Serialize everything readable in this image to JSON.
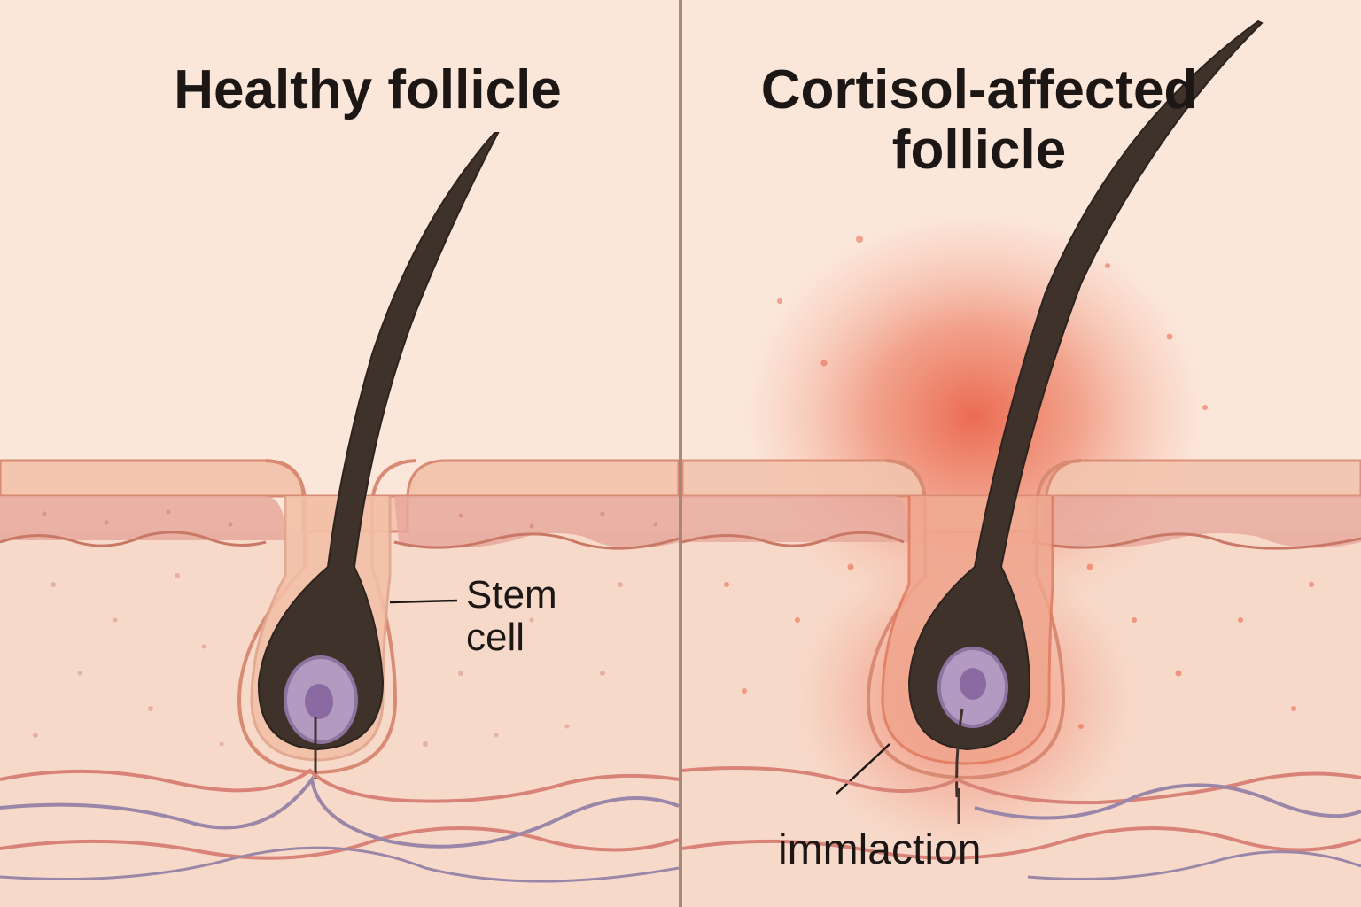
{
  "panels": {
    "left": {
      "title": "Healthy follicle"
    },
    "right": {
      "title_line1": "Cortisol-affected",
      "title_line2": "follicle"
    }
  },
  "labels": {
    "stem_cell_line1": "Stem",
    "stem_cell_line2": "cell",
    "immlaction": "immlaction"
  },
  "colors": {
    "background": "#fbe6da",
    "hair": "#3f322b",
    "skin_layer": "#e8b9a5",
    "skin_dots": "#d7918a",
    "inflammation": "#e8553a",
    "stem_cell": "#b29ac0",
    "nucleus": "#8a6aa0",
    "vessel_red": "#d98378",
    "vessel_purple": "#9a86a8",
    "divider": "#a8877a"
  }
}
